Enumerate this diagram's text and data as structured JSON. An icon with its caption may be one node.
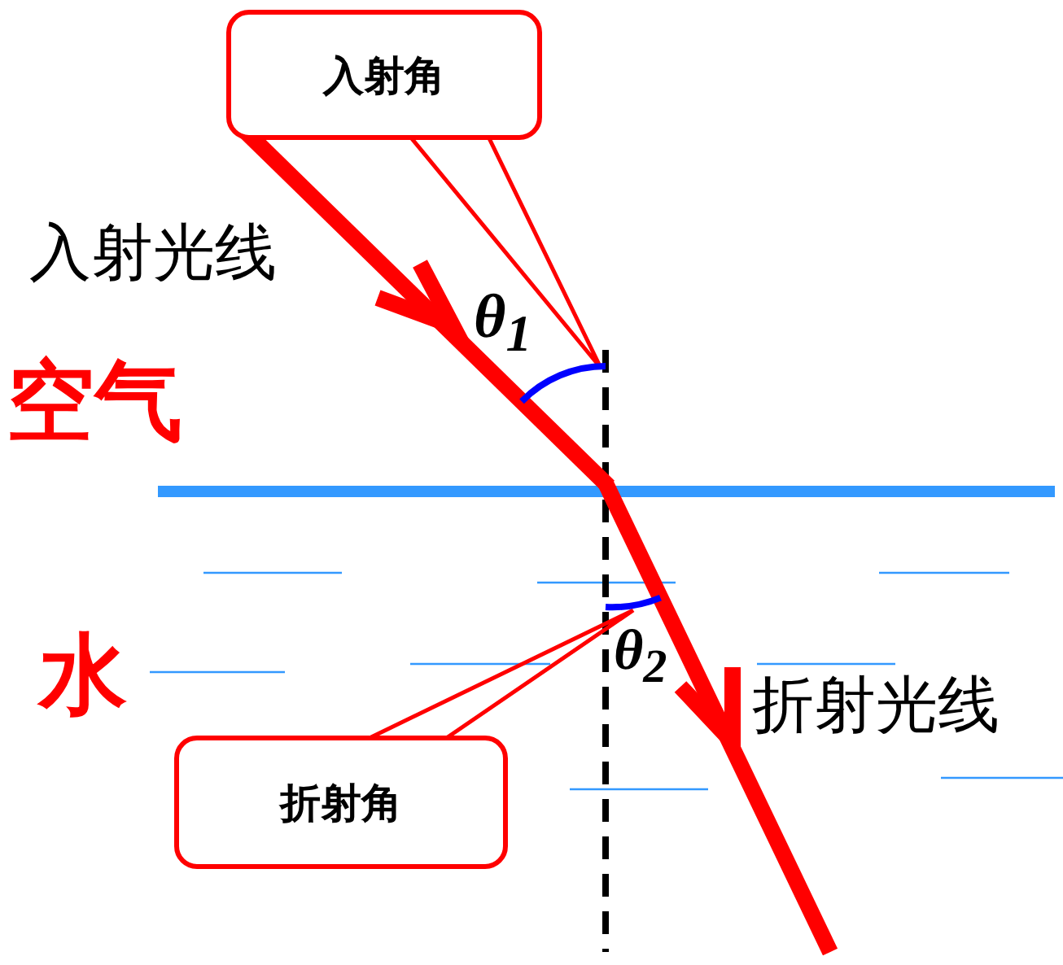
{
  "diagram": {
    "nodes": [
      {
        "text": [
          "入射角"
        ]
      },
      {
        "text": [],
        "shape": "arc",
        "beside": [
          "θ$_{1}$"
        ]
      },
      {
        "text": [
          "折射角"
        ]
      },
      {
        "text": [],
        "shape": "arc",
        "beside": [
          "θ$_{2}$"
        ]
      }
    ],
    "edges": [
      {
        "from": 0,
        "to": 1,
        "arrow": "none"
      },
      {
        "from": 2,
        "to": 3,
        "arrow": "none"
      }
    ],
    "labels": [
      "入射光线",
      "空气",
      "水",
      "折射光线"
    ]
  }
}
